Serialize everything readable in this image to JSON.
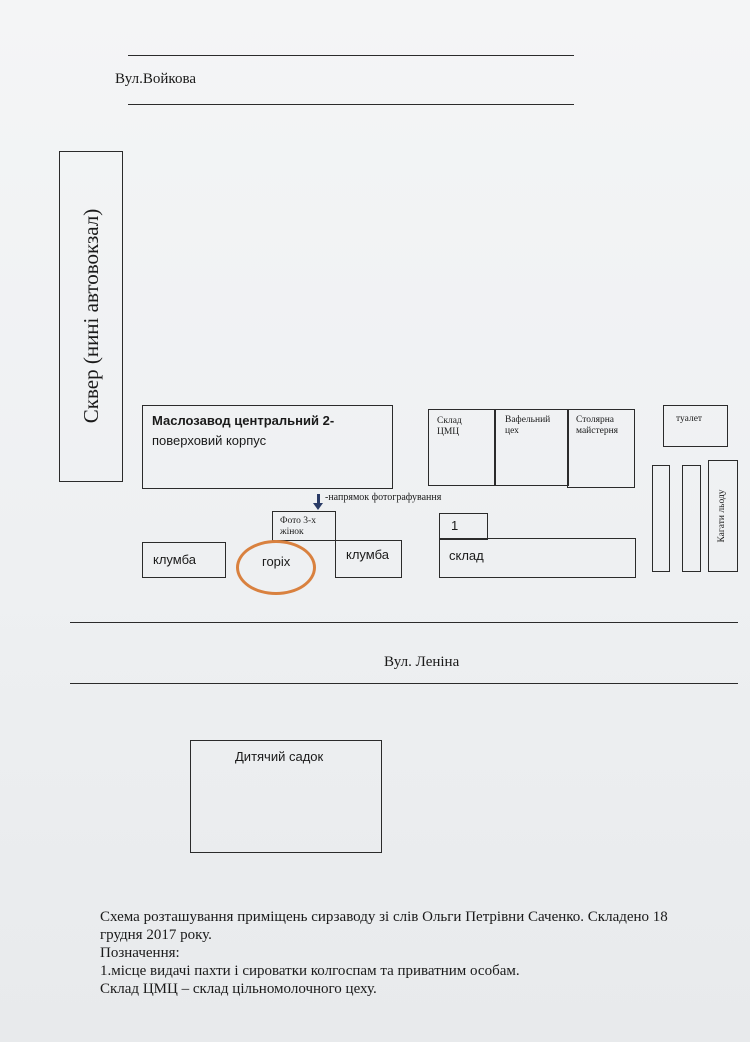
{
  "streets": {
    "voikova": "Вул.Войкова",
    "lenina": "Вул. Леніна"
  },
  "buildings": {
    "square": "Сквер (нині автовокзал)",
    "creamery_line1": "Маслозавод центральний 2-",
    "creamery_line2": "поверховий корпус",
    "warehouse_cmc": "Склад ЦМЦ",
    "waffle_shop": "Вафельний цех",
    "carpentry": "Столярна майстерня",
    "toilet": "туалет",
    "flowerbed_left": "клумба",
    "walnut": "горіх",
    "flowerbed_right": "клумба",
    "photo_spot": "Фото 3-х жінок",
    "photo_direction": "-напрямок фотографування",
    "marker_1": "1",
    "warehouse": "склад",
    "ice_cellars": "Кагати льоду",
    "kindergarten": "Дитячий садок"
  },
  "colors": {
    "walnut_outline": "#d9813f",
    "arrow": "#2a3b66",
    "ink": "#2b2b2b"
  },
  "caption": {
    "line1": "Схема розташування приміщень сирзаводу зі слів Ольги Петрівни Саченко. Складено 18",
    "line2": "грудня 2017 року.",
    "line3": "Позначення:",
    "line4": "1.місце видачі пахти і сироватки колгоспам та приватним особам.",
    "line5": "Склад ЦМЦ – склад цільномолочного цеху."
  }
}
